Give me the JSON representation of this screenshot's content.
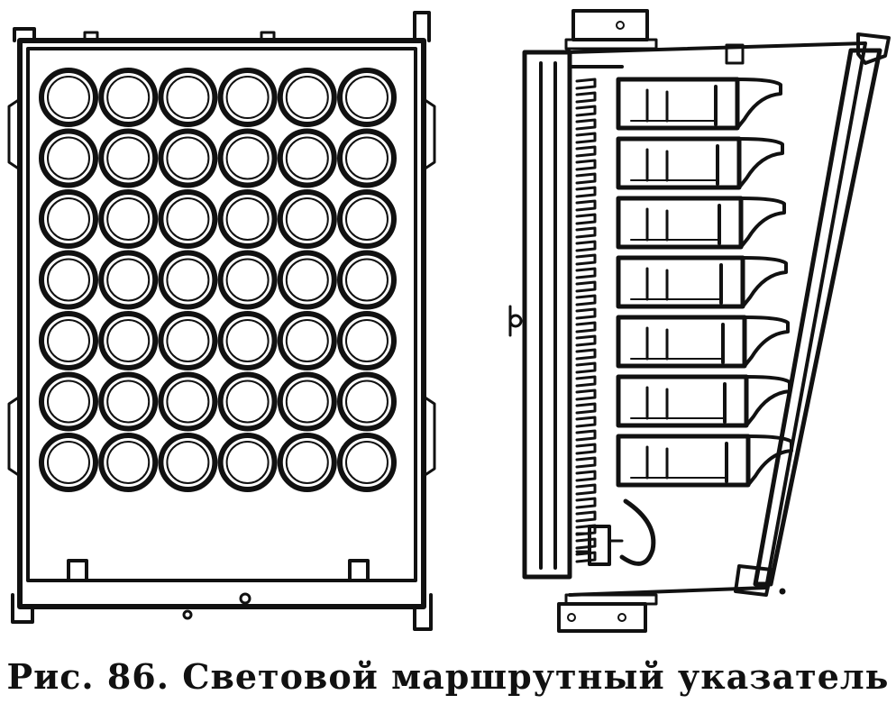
{
  "caption": {
    "label": "Рис. 86.",
    "text": "Световой маршрутный указатель"
  },
  "front_view": {
    "rows": 7,
    "cols": 6
  },
  "side_view": {
    "modules": 7
  },
  "colors": {
    "ink": "#111111",
    "paper": "#ffffff"
  }
}
